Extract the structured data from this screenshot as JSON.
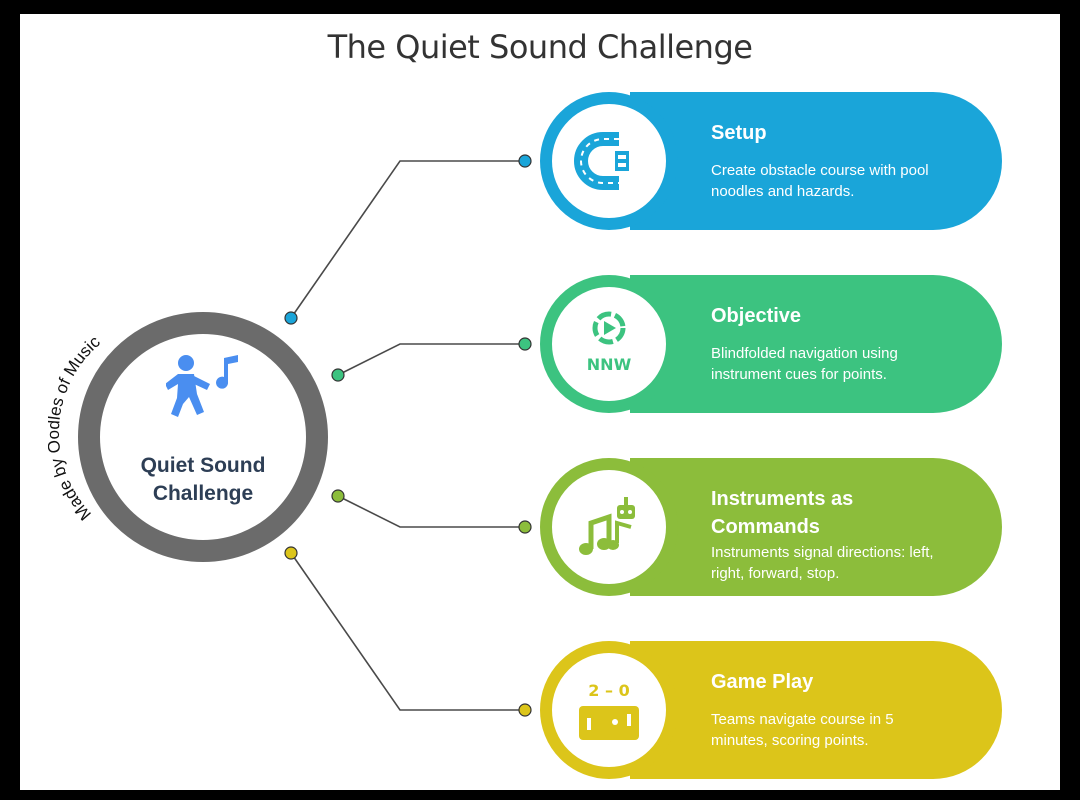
{
  "title": "The Quiet Sound Challenge",
  "credit": "Made by Oodles of Music",
  "hub": {
    "label_line1": "Quiet Sound",
    "label_line2": "Challenge",
    "icon": "dancer-with-music-note-icon",
    "ring_color": "#6b6b6b",
    "text_color": "#2d3e55"
  },
  "steps": [
    {
      "title": "Setup",
      "description": "Create obstacle course with pool noodles and hazards.",
      "icon": "track-course-icon",
      "color": "#1aa5d9"
    },
    {
      "title": "Objective",
      "description": "Blindfolded navigation using instrument cues for points.",
      "icon": "compass-nnw-icon",
      "icon_text": "NNW",
      "color": "#3cc380"
    },
    {
      "title": "Instruments as Commands",
      "description": "Instruments signal directions: left, right, forward, stop.",
      "icon": "music-notes-robot-icon",
      "color": "#8cbd3b"
    },
    {
      "title": "Game Play",
      "description": "Teams navigate course in 5 minutes, scoring points.",
      "icon": "scoreboard-game-icon",
      "icon_text": "2 – 0",
      "color": "#dcc51a"
    }
  ]
}
